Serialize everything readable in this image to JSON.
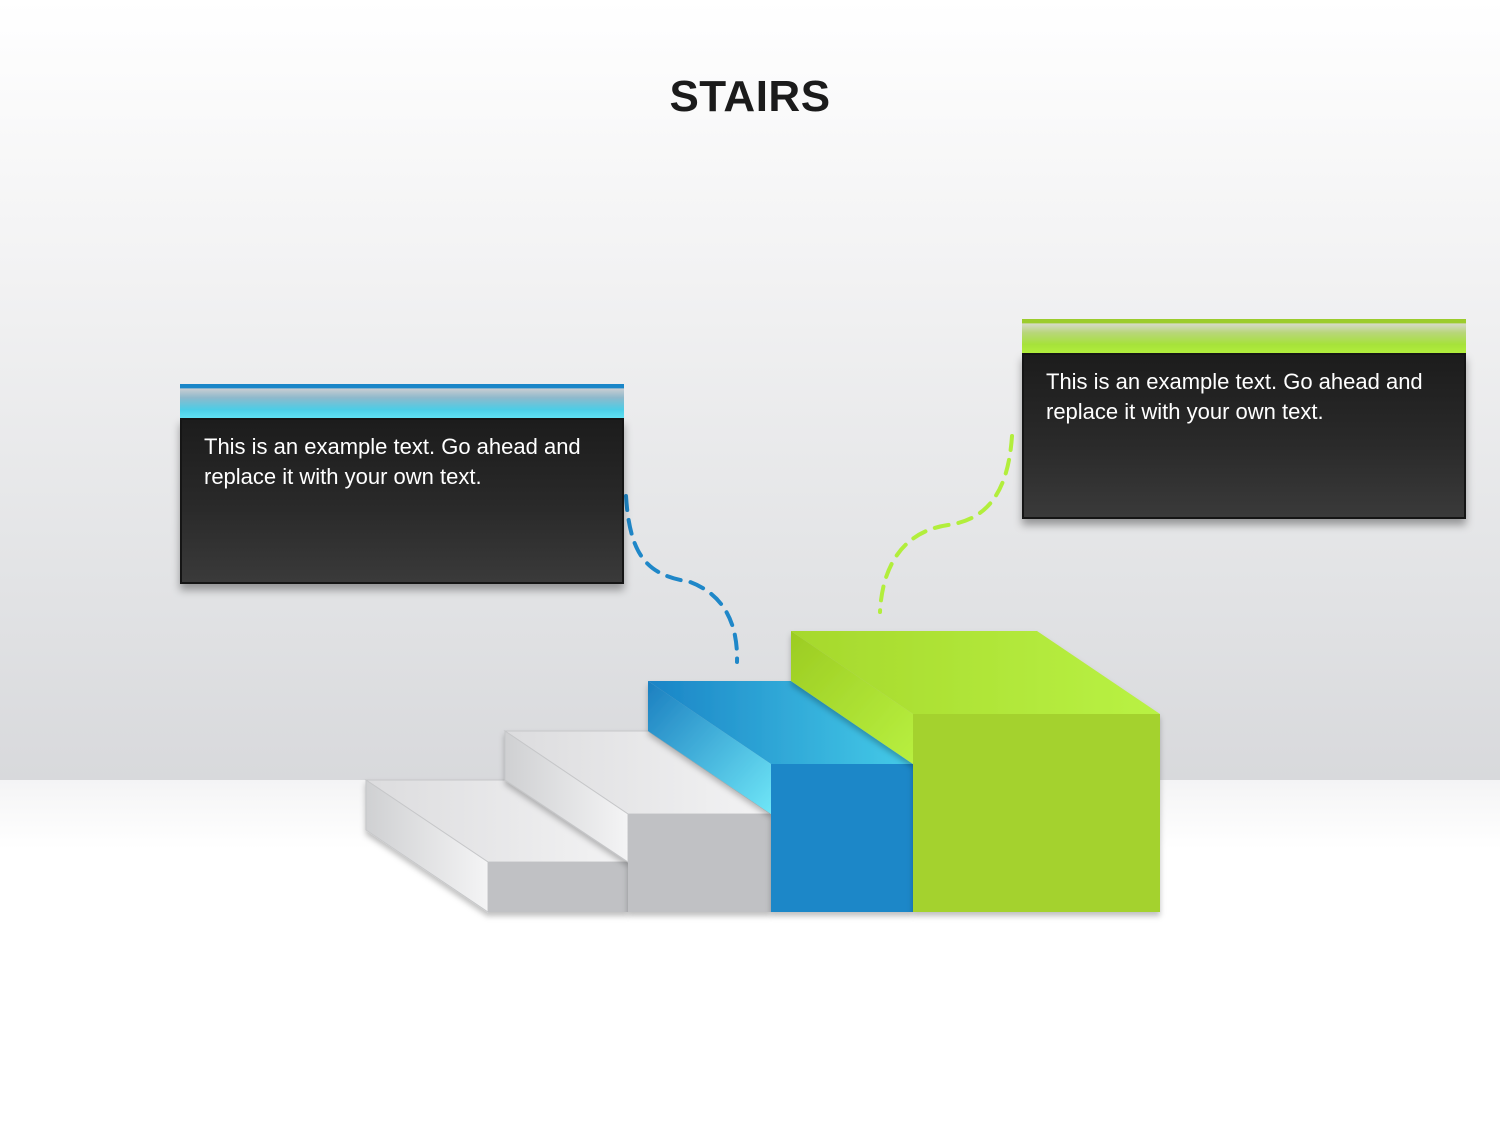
{
  "title": "STAIRS",
  "callouts": [
    {
      "text": "This is an example text. Go ahead and replace it with your own text.",
      "accent": "#1a86c8"
    },
    {
      "text": "This is an example text. Go ahead and replace it with your own text.",
      "accent": "#9ccc2c"
    }
  ],
  "colors": {
    "step_gray": "#c0c1c4",
    "step_blue": "#1f87c8",
    "step_green": "#a4d22d",
    "callout_body": "#2a2a2a"
  }
}
